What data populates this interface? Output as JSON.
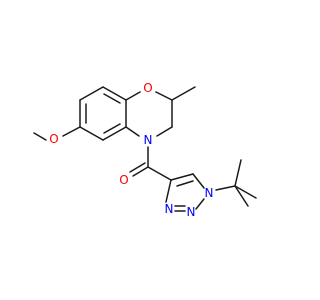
{
  "molecule": {
    "atoms": {
      "ring_oxygen": {
        "symbol": "O",
        "color": "#ff0000"
      },
      "methoxy_oxygen": {
        "symbol": "O",
        "color": "#ff0000"
      },
      "carbonyl_oxygen": {
        "symbol": "O",
        "color": "#ff0000"
      },
      "ring_nitrogen": {
        "symbol": "N",
        "color": "#0000ff"
      },
      "triazole_n1": {
        "symbol": "N",
        "color": "#0000ff"
      },
      "triazole_n2": {
        "symbol": "N",
        "color": "#0000ff"
      },
      "triazole_n3": {
        "symbol": "N",
        "color": "#0000ff"
      }
    },
    "colors": {
      "carbon_bond": "#1a1a1a",
      "oxygen": "#ff0000",
      "nitrogen": "#0000ff",
      "background": "#ffffff"
    }
  }
}
